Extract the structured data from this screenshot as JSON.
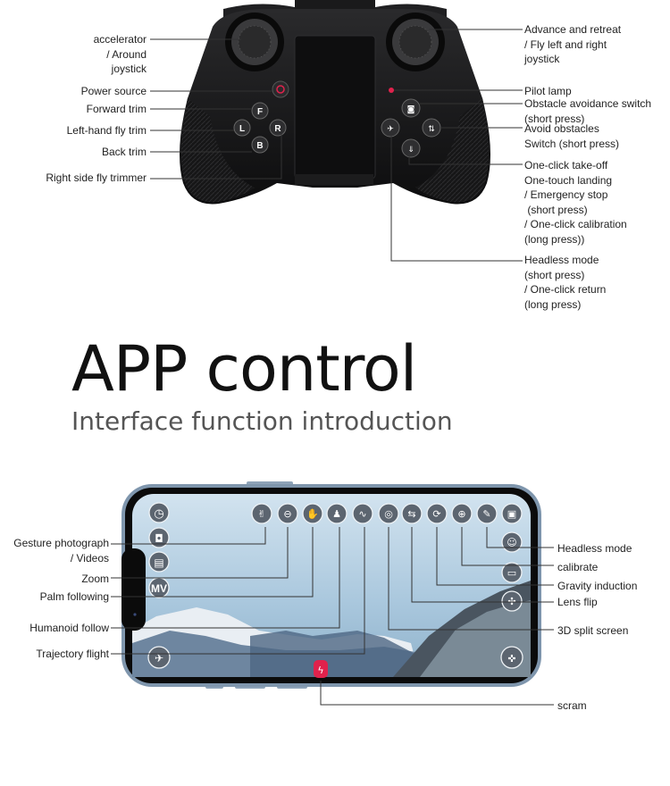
{
  "controller": {
    "labels_left": {
      "accelerator": "accelerator\n/ Around\njoystick",
      "power": "Power source",
      "forward_trim": "Forward trim",
      "left_trim": "Left-hand fly trim",
      "back_trim": "Back trim",
      "right_trim": "Right side fly trimmer"
    },
    "labels_right": {
      "advance": "Advance and retreat\n/ Fly left and right\njoystick",
      "pilot_lamp": "Pilot lamp",
      "obstacle_switch": "Obstacle avoidance switch\n(short press)",
      "avoid": "Avoid obstacles\nSwitch (short press)",
      "takeoff": "One-click take-off\nOne-touch landing\n/ Emergency stop\n (short press)\n/ One-click calibration\n(long press))",
      "headless": "Headless mode\n(short press)\n/ One-click return\n(long press)"
    },
    "button_letters": {
      "f": "F",
      "l": "L",
      "r": "R",
      "b": "B"
    }
  },
  "hero": {
    "title": "APP control",
    "subtitle": "Interface function introduction"
  },
  "app": {
    "labels_left": {
      "gesture": "Gesture photograph\n/ Videos",
      "zoom": "Zoom",
      "palm": "Palm following",
      "humanoid": "Humanoid follow",
      "trajectory": "Trajectory flight"
    },
    "labels_right": {
      "headless": "Headless mode",
      "calibrate": "calibrate",
      "gravity": "Gravity induction",
      "lens": "Lens flip",
      "split": "3D split screen"
    },
    "scram": "scram",
    "mv": "MV"
  },
  "colors": {
    "phone_frame": "#7f96ad",
    "sky": "#a9c7dd",
    "accent_red": "#e0224c",
    "line": "#333333"
  }
}
